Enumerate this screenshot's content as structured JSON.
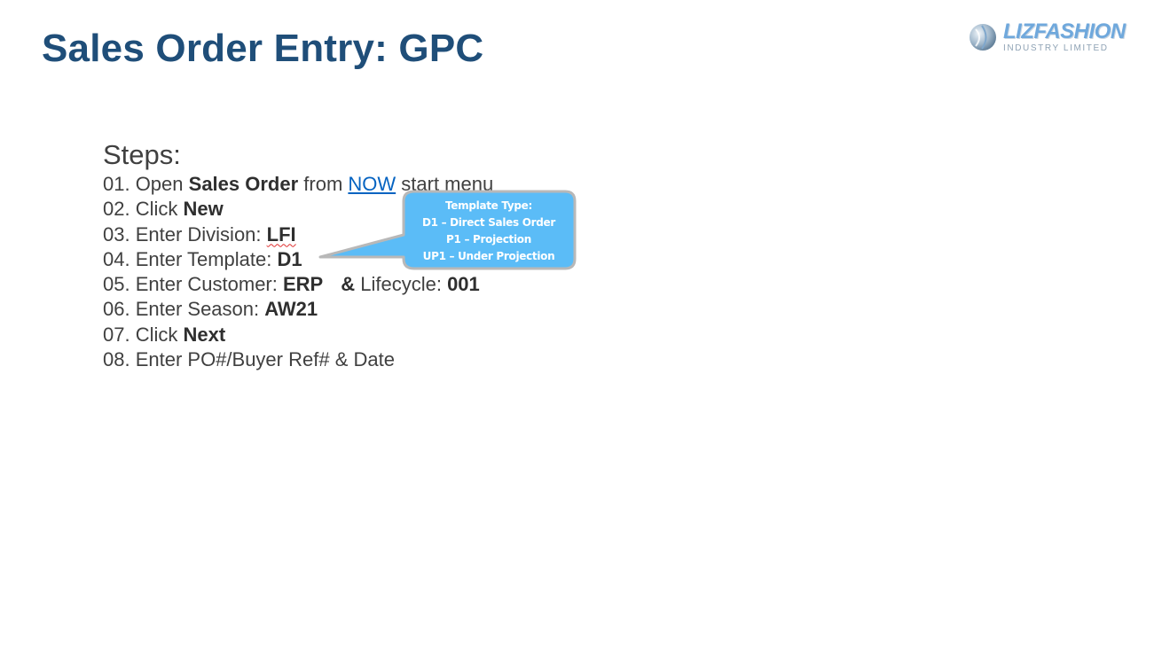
{
  "title": "Sales Order Entry: GPC",
  "logo": {
    "line1": "LIZFASHION",
    "line2": "INDUSTRY LIMITED"
  },
  "steps_heading": "Steps:",
  "steps": {
    "s1": {
      "prefix": "01. Open ",
      "bold": "Sales Order",
      "middle": " from ",
      "link": "NOW",
      "suffix": " start menu"
    },
    "s2": {
      "prefix": "02. Click ",
      "bold": "New"
    },
    "s3": {
      "prefix": "03. Enter Division: ",
      "bold": "LFI"
    },
    "s4": {
      "prefix": "04. Enter Template: ",
      "bold": "D1"
    },
    "s5": {
      "prefix": "05. Enter Customer: ",
      "bold": "ERP",
      "amp": "&",
      "middle": " Lifecycle: ",
      "bold2": "001"
    },
    "s6": {
      "prefix": "06. Enter Season: ",
      "bold": "AW21"
    },
    "s7": {
      "prefix": "07. Click ",
      "bold": "Next"
    },
    "s8": {
      "text": "08. Enter PO#/Buyer Ref# & Date"
    }
  },
  "callout": {
    "lines": [
      "Template Type:",
      "D1 – Direct Sales Order",
      "P1 – Projection",
      "UP1 – Under Projection"
    ],
    "fill": "#5bbcf7",
    "border": "#b8b8b8"
  },
  "colors": {
    "title": "#1f4e79",
    "body_text": "#404040",
    "link": "#0563c1"
  }
}
